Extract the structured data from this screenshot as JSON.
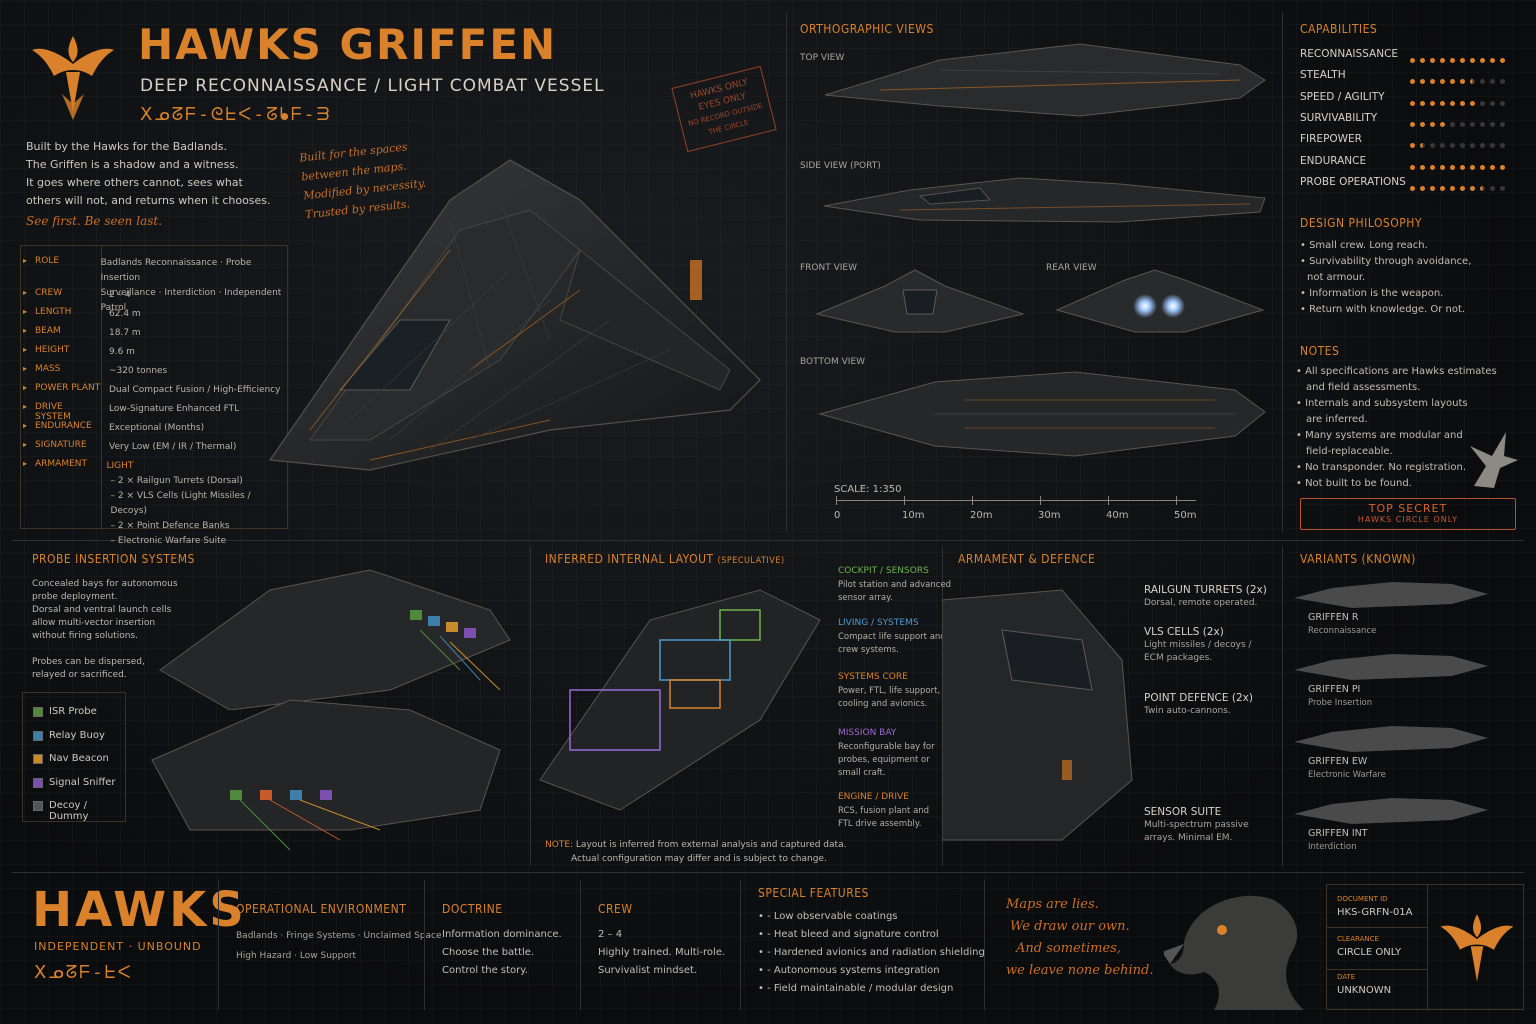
{
  "header": {
    "title": "HAWKS GRIFFEN",
    "subtitle": "DEEP RECONNAISSANCE / LIGHT COMBAT VESSEL",
    "glyphs": "ꓫᓄᘔᖴ-ᘓᖶᐸ-ᘔᖲᖴ-ᗱ",
    "intro": [
      "Built by the Hawks for the Badlands.",
      "The Griffen is a shadow and a witness.",
      "It goes where others cannot, sees what",
      "others will not, and returns when it chooses."
    ],
    "motto": "See first. Be seen last.",
    "handnote": [
      "Built for the spaces",
      "between the maps.",
      "Modified by necessity.",
      "Trusted by results."
    ],
    "stamp": [
      "HAWKS ONLY",
      "EYES ONLY",
      "NO RECORD OUTSIDE",
      "THE CIRCLE"
    ]
  },
  "specs": [
    {
      "k": "ROLE",
      "v": [
        "Badlands Reconnaissance · Probe Insertion",
        "Surveillance · Interdiction · Independent Patrol"
      ]
    },
    {
      "k": "CREW",
      "v": [
        "2 – 4"
      ]
    },
    {
      "k": "LENGTH",
      "v": [
        "62.4 m"
      ]
    },
    {
      "k": "BEAM",
      "v": [
        "18.7 m"
      ]
    },
    {
      "k": "HEIGHT",
      "v": [
        "9.6 m"
      ]
    },
    {
      "k": "MASS",
      "v": [
        "~320 tonnes"
      ]
    },
    {
      "k": "POWER PLANT",
      "v": [
        "Dual Compact Fusion / High-Efficiency"
      ]
    },
    {
      "k": "DRIVE SYSTEM",
      "v": [
        "Low-Signature Enhanced FTL"
      ]
    },
    {
      "k": "ENDURANCE",
      "v": [
        "Exceptional (Months)"
      ]
    },
    {
      "k": "SIGNATURE",
      "v": [
        "Very Low (EM / IR / Thermal)"
      ]
    },
    {
      "k": "ARMAMENT",
      "v": [
        "LIGHT",
        "– 2 × Railgun Turrets (Dorsal)",
        "– 2 × VLS Cells (Light Missiles / Decoys)",
        "– 2 × Point Defence Banks",
        "– Electronic Warfare Suite"
      ]
    }
  ],
  "ortho": {
    "title": "ORTHOGRAPHIC VIEWS",
    "top": "TOP VIEW",
    "side": "SIDE VIEW (PORT)",
    "front": "FRONT VIEW",
    "rear": "REAR VIEW",
    "bottom": "BOTTOM VIEW",
    "scale": "SCALE: 1:350",
    "ticks": [
      "0",
      "10m",
      "20m",
      "30m",
      "40m",
      "50m"
    ]
  },
  "capabilities": {
    "title": "CAPABILITIES",
    "items": [
      {
        "name": "RECONNAISSANCE",
        "rating": 10
      },
      {
        "name": "STEALTH",
        "rating": 6.5
      },
      {
        "name": "SPEED / AGILITY",
        "rating": 7
      },
      {
        "name": "SURVIVABILITY",
        "rating": 4
      },
      {
        "name": "FIREPOWER",
        "rating": 1.5
      },
      {
        "name": "ENDURANCE",
        "rating": 10
      },
      {
        "name": "PROBE OPERATIONS",
        "rating": 7.5
      }
    ]
  },
  "philosophy": {
    "title": "DESIGN PHILOSOPHY",
    "items": [
      "Small crew. Long reach.",
      "Survivability through avoidance,",
      "not armour.",
      "Information is the weapon.",
      "Return with knowledge. Or not."
    ]
  },
  "notes": {
    "title": "NOTES",
    "items": [
      "All specifications are Hawks estimates",
      "and field assessments.",
      "Internals and subsystem layouts",
      "are inferred.",
      "Many systems are modular and",
      "field-replaceable.",
      "No transponder. No registration.",
      "Not built to be found."
    ],
    "secret": "TOP SECRET",
    "secret_sub": "HAWKS CIRCLE ONLY"
  },
  "probe": {
    "title": "PROBE INSERTION SYSTEMS",
    "desc": [
      "Concealed bays for autonomous",
      "probe deployment.",
      "Dorsal and ventral launch cells",
      "allow multi-vector insertion",
      "without firing solutions.",
      "",
      "Probes can be dispersed,",
      "relayed or sacrificed."
    ],
    "legend": [
      {
        "name": "ISR Probe",
        "color": "#4f8a3c"
      },
      {
        "name": "Relay Buoy",
        "color": "#3d7fa8"
      },
      {
        "name": "Nav Beacon",
        "color": "#c88a2a"
      },
      {
        "name": "Signal Sniffer",
        "color": "#7a4fb0"
      },
      {
        "name": "Decoy / Dummy",
        "color": "#555555"
      }
    ]
  },
  "internal": {
    "title": "INFERRED INTERNAL LAYOUT",
    "title_sub": "(SPECULATIVE)",
    "labels": [
      {
        "h": "COCKPIT / SENSORS",
        "d": [
          "Pilot station and advanced",
          "sensor array."
        ],
        "color": "#6db34e"
      },
      {
        "h": "LIVING / SYSTEMS",
        "d": [
          "Compact life support and",
          "crew systems."
        ],
        "color": "#4d9ad0"
      },
      {
        "h": "SYSTEMS CORE",
        "d": [
          "Power, FTL, life support,",
          "cooling and avionics."
        ],
        "color": "#d9822b"
      },
      {
        "h": "MISSION BAY",
        "d": [
          "Reconfigurable bay for",
          "probes, equipment or",
          "small craft."
        ],
        "color": "#9a6ad6"
      },
      {
        "h": "ENGINE / DRIVE",
        "d": [
          "RCS, fusion plant and",
          "FTL drive assembly."
        ],
        "color": "#d9822b"
      }
    ],
    "note_label": "NOTE:",
    "note": [
      "Layout is inferred from external analysis and captured data.",
      "Actual configuration may differ and is subject to change."
    ]
  },
  "armament": {
    "title": "ARMAMENT & DEFENCE",
    "items": [
      {
        "h": "RAILGUN TURRETS (2x)",
        "d": [
          "Dorsal, remote operated."
        ]
      },
      {
        "h": "VLS CELLS (2x)",
        "d": [
          "Light missiles / decoys /",
          "ECM packages."
        ]
      },
      {
        "h": "POINT DEFENCE (2x)",
        "d": [
          "Twin auto-cannons."
        ]
      },
      {
        "h": "SENSOR SUITE",
        "d": [
          "Multi-spectrum passive",
          "arrays. Minimal EM."
        ]
      }
    ]
  },
  "variants": {
    "title": "VARIANTS (KNOWN)",
    "items": [
      {
        "name": "GRIFFEN R",
        "sub": "Reconnaissance"
      },
      {
        "name": "GRIFFEN PI",
        "sub": "Probe Insertion"
      },
      {
        "name": "GRIFFEN EW",
        "sub": "Electronic Warfare"
      },
      {
        "name": "GRIFFEN INT",
        "sub": "Interdiction"
      }
    ]
  },
  "footer": {
    "brand": "HAWKS",
    "brand_sub": "INDEPENDENT · UNBOUND",
    "glyphs": "ꓫᓄᘔᖴ-ᖶᐸ",
    "env_title": "OPERATIONAL ENVIRONMENT",
    "env": [
      "Badlands · Fringe Systems · Unclaimed Space",
      "High Hazard · Low Support"
    ],
    "doctrine_title": "DOCTRINE",
    "doctrine": [
      "Information dominance.",
      "Choose the battle.",
      "Control the story."
    ],
    "crew_title": "CREW",
    "crew": [
      "2 – 4",
      "Highly trained. Multi-role.",
      "Survivalist mindset."
    ],
    "features_title": "SPECIAL FEATURES",
    "features": [
      "• - Low observable coatings",
      "• - Heat bleed and signature control",
      "• - Hardened avionics and radiation shielding",
      "• - Autonomous systems integration",
      "• - Field maintainable / modular design"
    ],
    "quote": [
      "Maps are lies.",
      "We draw our own.",
      "And sometimes,",
      "we leave none behind."
    ],
    "doc_id_label": "DOCUMENT ID",
    "doc_id": "HKS-GRFN-01A",
    "clearance_label": "CLEARANCE",
    "clearance": "CIRCLE ONLY",
    "date_label": "DATE",
    "date": "UNKNOWN"
  },
  "colors": {
    "accent": "#d9822b",
    "panel_line": "#2d2f33",
    "bg": "#0d0e10"
  }
}
